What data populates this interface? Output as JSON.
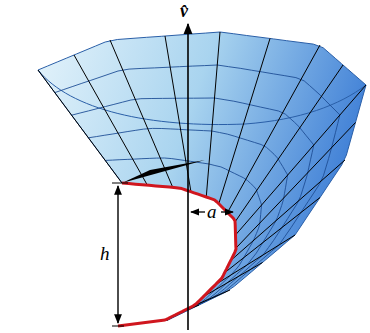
{
  "diagram": {
    "labels": [
      "v̂",
      "h",
      "a"
    ]
  }
}
